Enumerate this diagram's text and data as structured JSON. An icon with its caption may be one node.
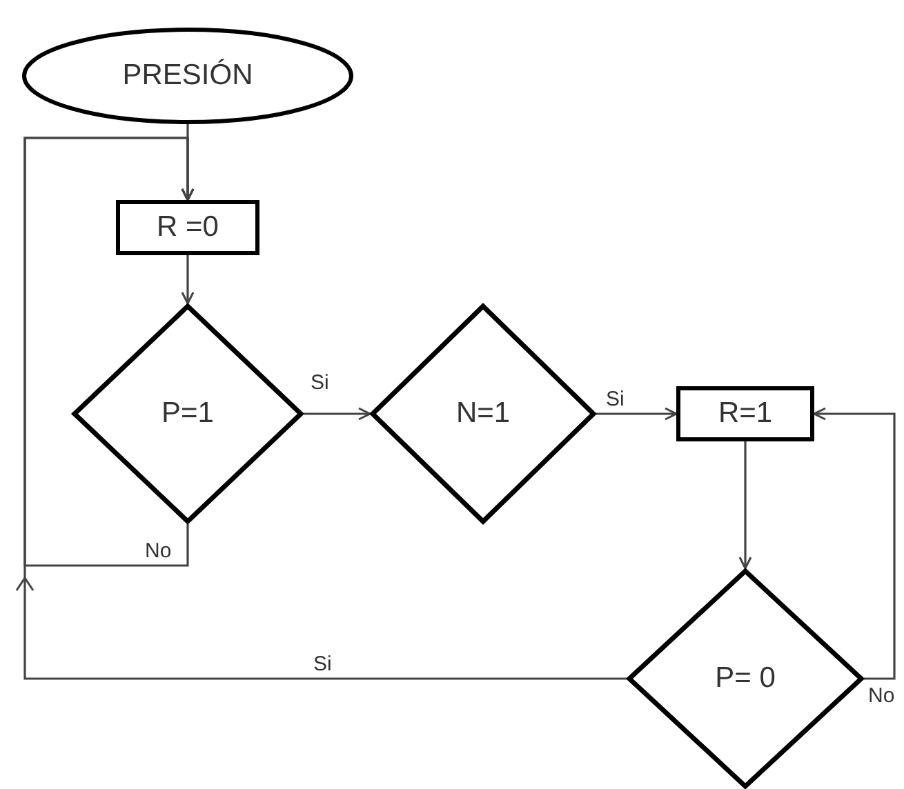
{
  "diagram": {
    "nodes": [
      {
        "text": [
          "PRESIÓN"
        ]
      },
      {
        "text": [
          "R =0"
        ]
      },
      {
        "text": [
          "P=1"
        ]
      },
      {
        "text": [
          "N=1"
        ]
      },
      {
        "text": [
          "R=1"
        ]
      },
      {
        "text": [
          "P= 0"
        ]
      }
    ],
    "edges": [
      {
        "from": 0,
        "to": 1,
        "arrow": "to"
      },
      {
        "from": 1,
        "to": 2,
        "arrow": "to"
      },
      {
        "from": 2,
        "to": 3,
        "label": "Si",
        "arrow": "to"
      },
      {
        "from": 3,
        "to": 4,
        "label": "Si",
        "arrow": "to"
      },
      {
        "from": 4,
        "to": 5,
        "arrow": "to"
      },
      {
        "from": 5,
        "to": 1,
        "label": "Si",
        "arrow": "to"
      },
      {
        "from": 2,
        "to": 1,
        "label": "No",
        "arrow": "to"
      },
      {
        "from": 5,
        "to": 4,
        "label": "No",
        "arrow": "to"
      }
    ]
  }
}
